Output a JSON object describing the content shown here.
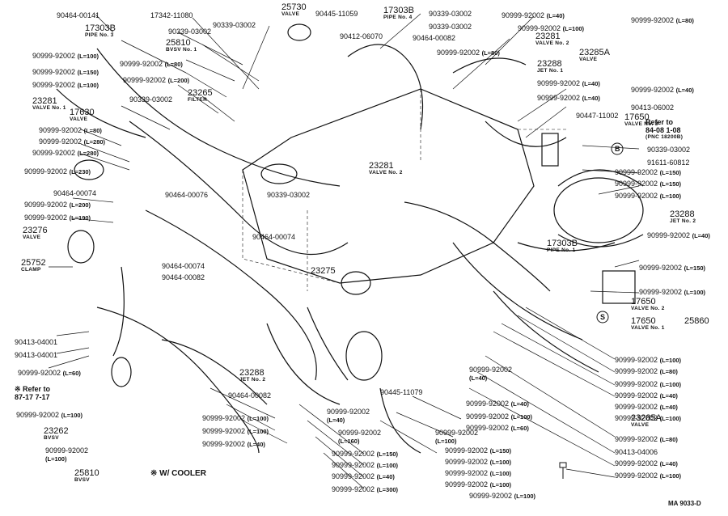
{
  "diagram_code": "MA 9033-D",
  "cooler_note": "※ W/ COOLER",
  "refer_a": {
    "title": "Refer to",
    "ref": "84-08 1-08",
    "sub": "(PNC 18200B)"
  },
  "refer_b": {
    "title": "※ Refer to",
    "ref": "87-17  7-17"
  },
  "labels": {
    "l1": "90464-00141",
    "l2": "17303B",
    "l2s": "PIPE No. 3",
    "l3": "17342-11080",
    "l4": "25730",
    "l4s": "VALVE",
    "l5": "90445-11059",
    "l6": "17303B",
    "l6s": "PIPE No. 4",
    "l7": "90339-03002",
    "l8": "90999-92002",
    "l8n": "(L=40)",
    "l9": "90999-92002",
    "l9n": "(L=80)",
    "l10": "25810",
    "l10s": "BVSV No. 1",
    "l11": "90339-03002",
    "l12": "90339-03002",
    "l13": "90339-03002",
    "l14": "90412-06070",
    "l15": "90464-00082",
    "l16": "90999-92002",
    "l16n": "(L=100)",
    "l17": "23281",
    "l17s": "VALVE No. 2",
    "l18": "90999-92002",
    "l18n": "(L=100)",
    "l19": "90999-92002",
    "l19n": "(L=80)",
    "l20": "90999-92002",
    "l20n": "(L=150)",
    "l21": "90999-92002",
    "l21n": "(L=100)",
    "l22": "90999-92002",
    "l22n": "(L=200)",
    "l23": "90999-92002",
    "l23n": "(L=80)",
    "l24": "23285A",
    "l24s": "VALVE",
    "l25": "23288",
    "l25s": "JET No. 1",
    "l26": "90999-92002",
    "l26n": "(L=40)",
    "l27": "90999-92002",
    "l27n": "(L=40)",
    "l28": "90999-92002",
    "l28n": "(L=40)",
    "l29": "23265",
    "l29s": "FILTER",
    "l30": "23281",
    "l30s": "VALVE No. 1",
    "l31": "90339-03002",
    "l32": "17630",
    "l32s": "VALVE",
    "l33": "90413-06002",
    "l34": "90447-11002",
    "l35": "17650",
    "l35s": "VALVE No. 3",
    "l36": "90999-92002",
    "l36n": "(L=80)",
    "l37": "90999-92002",
    "l37n": "(L=280)",
    "l38": "90999-92002",
    "l38n": "(L=280)",
    "l39": "90339-03002",
    "l40": "91611-60812",
    "l41": "90999-92002",
    "l41n": "(L=230)",
    "l42": "23281",
    "l42s": "VALVE No. 2",
    "l43": "90999-92002",
    "l43n": "(L=150)",
    "l44": "90999-92002",
    "l44n": "(L=150)",
    "l45": "90999-92002",
    "l45n": "(L=100)",
    "l46": "90464-00074",
    "l47": "90464-00076",
    "l48": "90339-03002",
    "l49": "90999-92002",
    "l49n": "(L=200)",
    "l50": "90999-92002",
    "l50n": "(L=190)",
    "l51": "23288",
    "l51s": "JET No. 2",
    "l52": "90999-92002",
    "l52n": "(L=40)",
    "l53": "23276",
    "l53s": "VALVE",
    "l54": "90464-00074",
    "l55": "17303B",
    "l55s": "PIPE No. 1",
    "l56": "25752",
    "l56s": "CLAMP",
    "l57": "90464-00074",
    "l58": "90464-00082",
    "l59": "90999-92002",
    "l59n": "(L=150)",
    "l60": "23275",
    "l61": "90999-92002",
    "l61n": "(L=100)",
    "l62": "17650",
    "l62s": "VALVE No. 2",
    "l63": "17650",
    "l63s": "VALVE No. 1",
    "l64": "25860",
    "l65": "90413-04001",
    "l66": "90413-04001",
    "l67": "90999-92002",
    "l67n": "(L=100)",
    "l68": "90999-92002",
    "l68n": "(L=80)",
    "l69": "90999-92002",
    "l69n": "(L=100)",
    "l70": "90999-92002",
    "l70n": "(L=40)",
    "l71": "90999-92002",
    "l71n": "(L=60)",
    "l72": "23288",
    "l72s": "JET No. 2",
    "l73": "90999-92002",
    "l73n": "(L=40)",
    "l74": "90999-92002",
    "l74n": "(L=40)",
    "l75": "90445-11079",
    "l76": "90999-92002",
    "l76n": "(L=100)",
    "l77": "90464-00082",
    "l78": "90999-92002",
    "l78n": "(L=40)",
    "l79": "23285A",
    "l79s": "VALVE",
    "l80": "23262",
    "l80s": "BVSV",
    "l81": "90999-92002",
    "l81n": "(L=100)",
    "l82": "90999-92002",
    "l82n": "(L=100)",
    "l83": "90999-92002",
    "l83n": "(L=40)",
    "l84": "90999-92002",
    "l84n": "(L=100)",
    "l85": "90999-92002",
    "l85n": "(L=60)",
    "l86": "90999-92002",
    "l86n": "(L=100)",
    "l87": "90999-92002",
    "l87n": "(L=160)",
    "l88": "90999-92002",
    "l88n": "(L=80)",
    "l89": "90413-04006",
    "l90": "90999-92002",
    "l90n": "(L=100)",
    "l91": "90999-92002",
    "l91n": "(L=150)",
    "l92": "90999-92002",
    "l92n": "(L=40)",
    "l93": "90999-92002",
    "l93n": "(L=100)",
    "l94": "25810",
    "l94s": "BVSV",
    "l95": "90999-92002",
    "l95n": "(L=100)",
    "l96": "90999-92002",
    "l96n": "(L=40)",
    "l97": "90999-92002",
    "l97n": "(L=100)",
    "l98": "90999-92002",
    "l98n": "(L=300)",
    "l99": "90999-92002",
    "l99n": "(L=100)",
    "l100": "90999-92002",
    "l100n": "(L=100)",
    "l101": "90999-92002",
    "l101n": "(L=150)",
    "l102": "90999-92002",
    "l102n": "(L=100)",
    "l103": "90999-92002",
    "l103n": "(L=40)",
    "l104": "90999-92002",
    "l104n": "(L=100)"
  },
  "callouts": {
    "b": "B",
    "s": "S"
  }
}
